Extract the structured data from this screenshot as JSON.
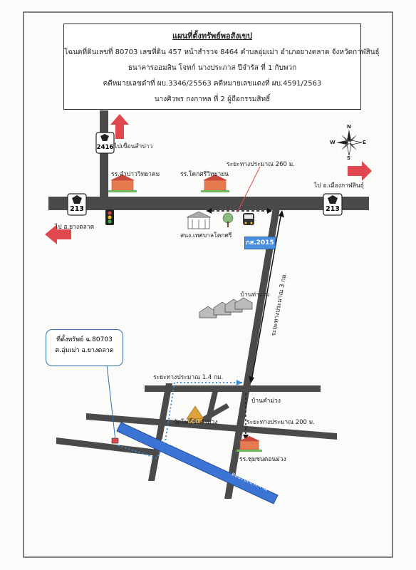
{
  "header": {
    "title": "แผนที่ตั้งทรัพย์พอสังเขป",
    "line1": "โฉนดที่ดินเลขที่ 80703 เลขที่ดิน 457  หน้าสำรวจ 8464 ตำบลอุ่มเม่า  อำเภอยางตลาด  จังหวัดกาฬสินธุ์",
    "line2": "ธนาคารออมสิน  โจทก์  นางประภาส  ปีจำรัส  ที่ 1  กับพวก",
    "line3": "คดีหมายเลขดำที่ ผบ.3346/25563  คดีหมายเลขแดงที่ ผบ.4591/2563",
    "line4": "นางศิวพร  กงกาหล  ที่ 2 ผู้ถือกรรมสิทธิ์"
  },
  "routes": {
    "r213_left": "213",
    "r213_right": "213",
    "r2416": "2416",
    "kaor_code": "กส.2015"
  },
  "labels": {
    "to_dam": "ไปเขื่อนลำปาว",
    "to_yang_talat": "ไป อ.ยางตลาด",
    "to_kalasin": "ไป อ.เมืองกาฬสินธุ์",
    "school_lampao": "รร.ลำปาววิทยาคม",
    "school_khokkhruea": "รร.โคกศรีวิทยายน",
    "municipality": "สนง.เทศบาลโคกศรี",
    "dist_260": "ระยะทางประมาณ 260 ม.",
    "dist_3km": "ระยะทางประมาณ 3 กม.",
    "village_thangam": "บ้านท่างาม",
    "dist_14km": "ระยะทางประมาณ 1.4 กม.",
    "village_khammuang": "บ้านคำม่วง",
    "temple": "วัดโพธิ์ชัยคำม่วง",
    "dist_200": "ระยะทางประมาณ 200 ม.",
    "school_khammuang": "รร.ชุมชนดอนม่วง",
    "canal1": "คลองชลประทาน",
    "canal2": "คลองชลประทาน"
  },
  "callout": {
    "line1": "ที่ตั้งทรัพย์ ฉ.80703",
    "line2": "ต.อุ่มเม่า  อ.ยางตลาด"
  },
  "compass": {
    "n": "N",
    "s": "S",
    "e": "E",
    "w": "W"
  },
  "colors": {
    "road": "#4a4a4a",
    "arrow_red": "#e0484d",
    "canal_blue": "#3c74d6",
    "callout_border": "#2e6fae",
    "dotted_path": "#3a8ad6",
    "badge_blue": "#4a8fe0"
  }
}
